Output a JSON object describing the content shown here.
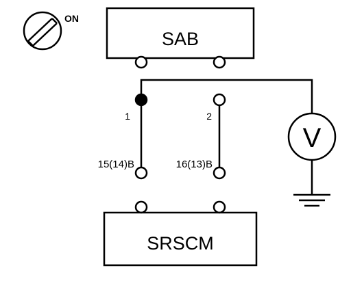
{
  "ignition": {
    "label": "ON",
    "icon": "ignition-switch-icon"
  },
  "components": {
    "top_box": {
      "label": "SAB"
    },
    "bottom_box": {
      "label": "SRSCM"
    },
    "meter": {
      "label": "V",
      "icon": "voltmeter-icon"
    },
    "ground": {
      "icon": "ground-icon"
    }
  },
  "pins": {
    "left_pin": "1",
    "right_pin": "2"
  },
  "wires": {
    "left_wire": "15(14)B",
    "right_wire": "16(13)B"
  },
  "colors": {
    "line": "#000000",
    "background": "#ffffff"
  }
}
